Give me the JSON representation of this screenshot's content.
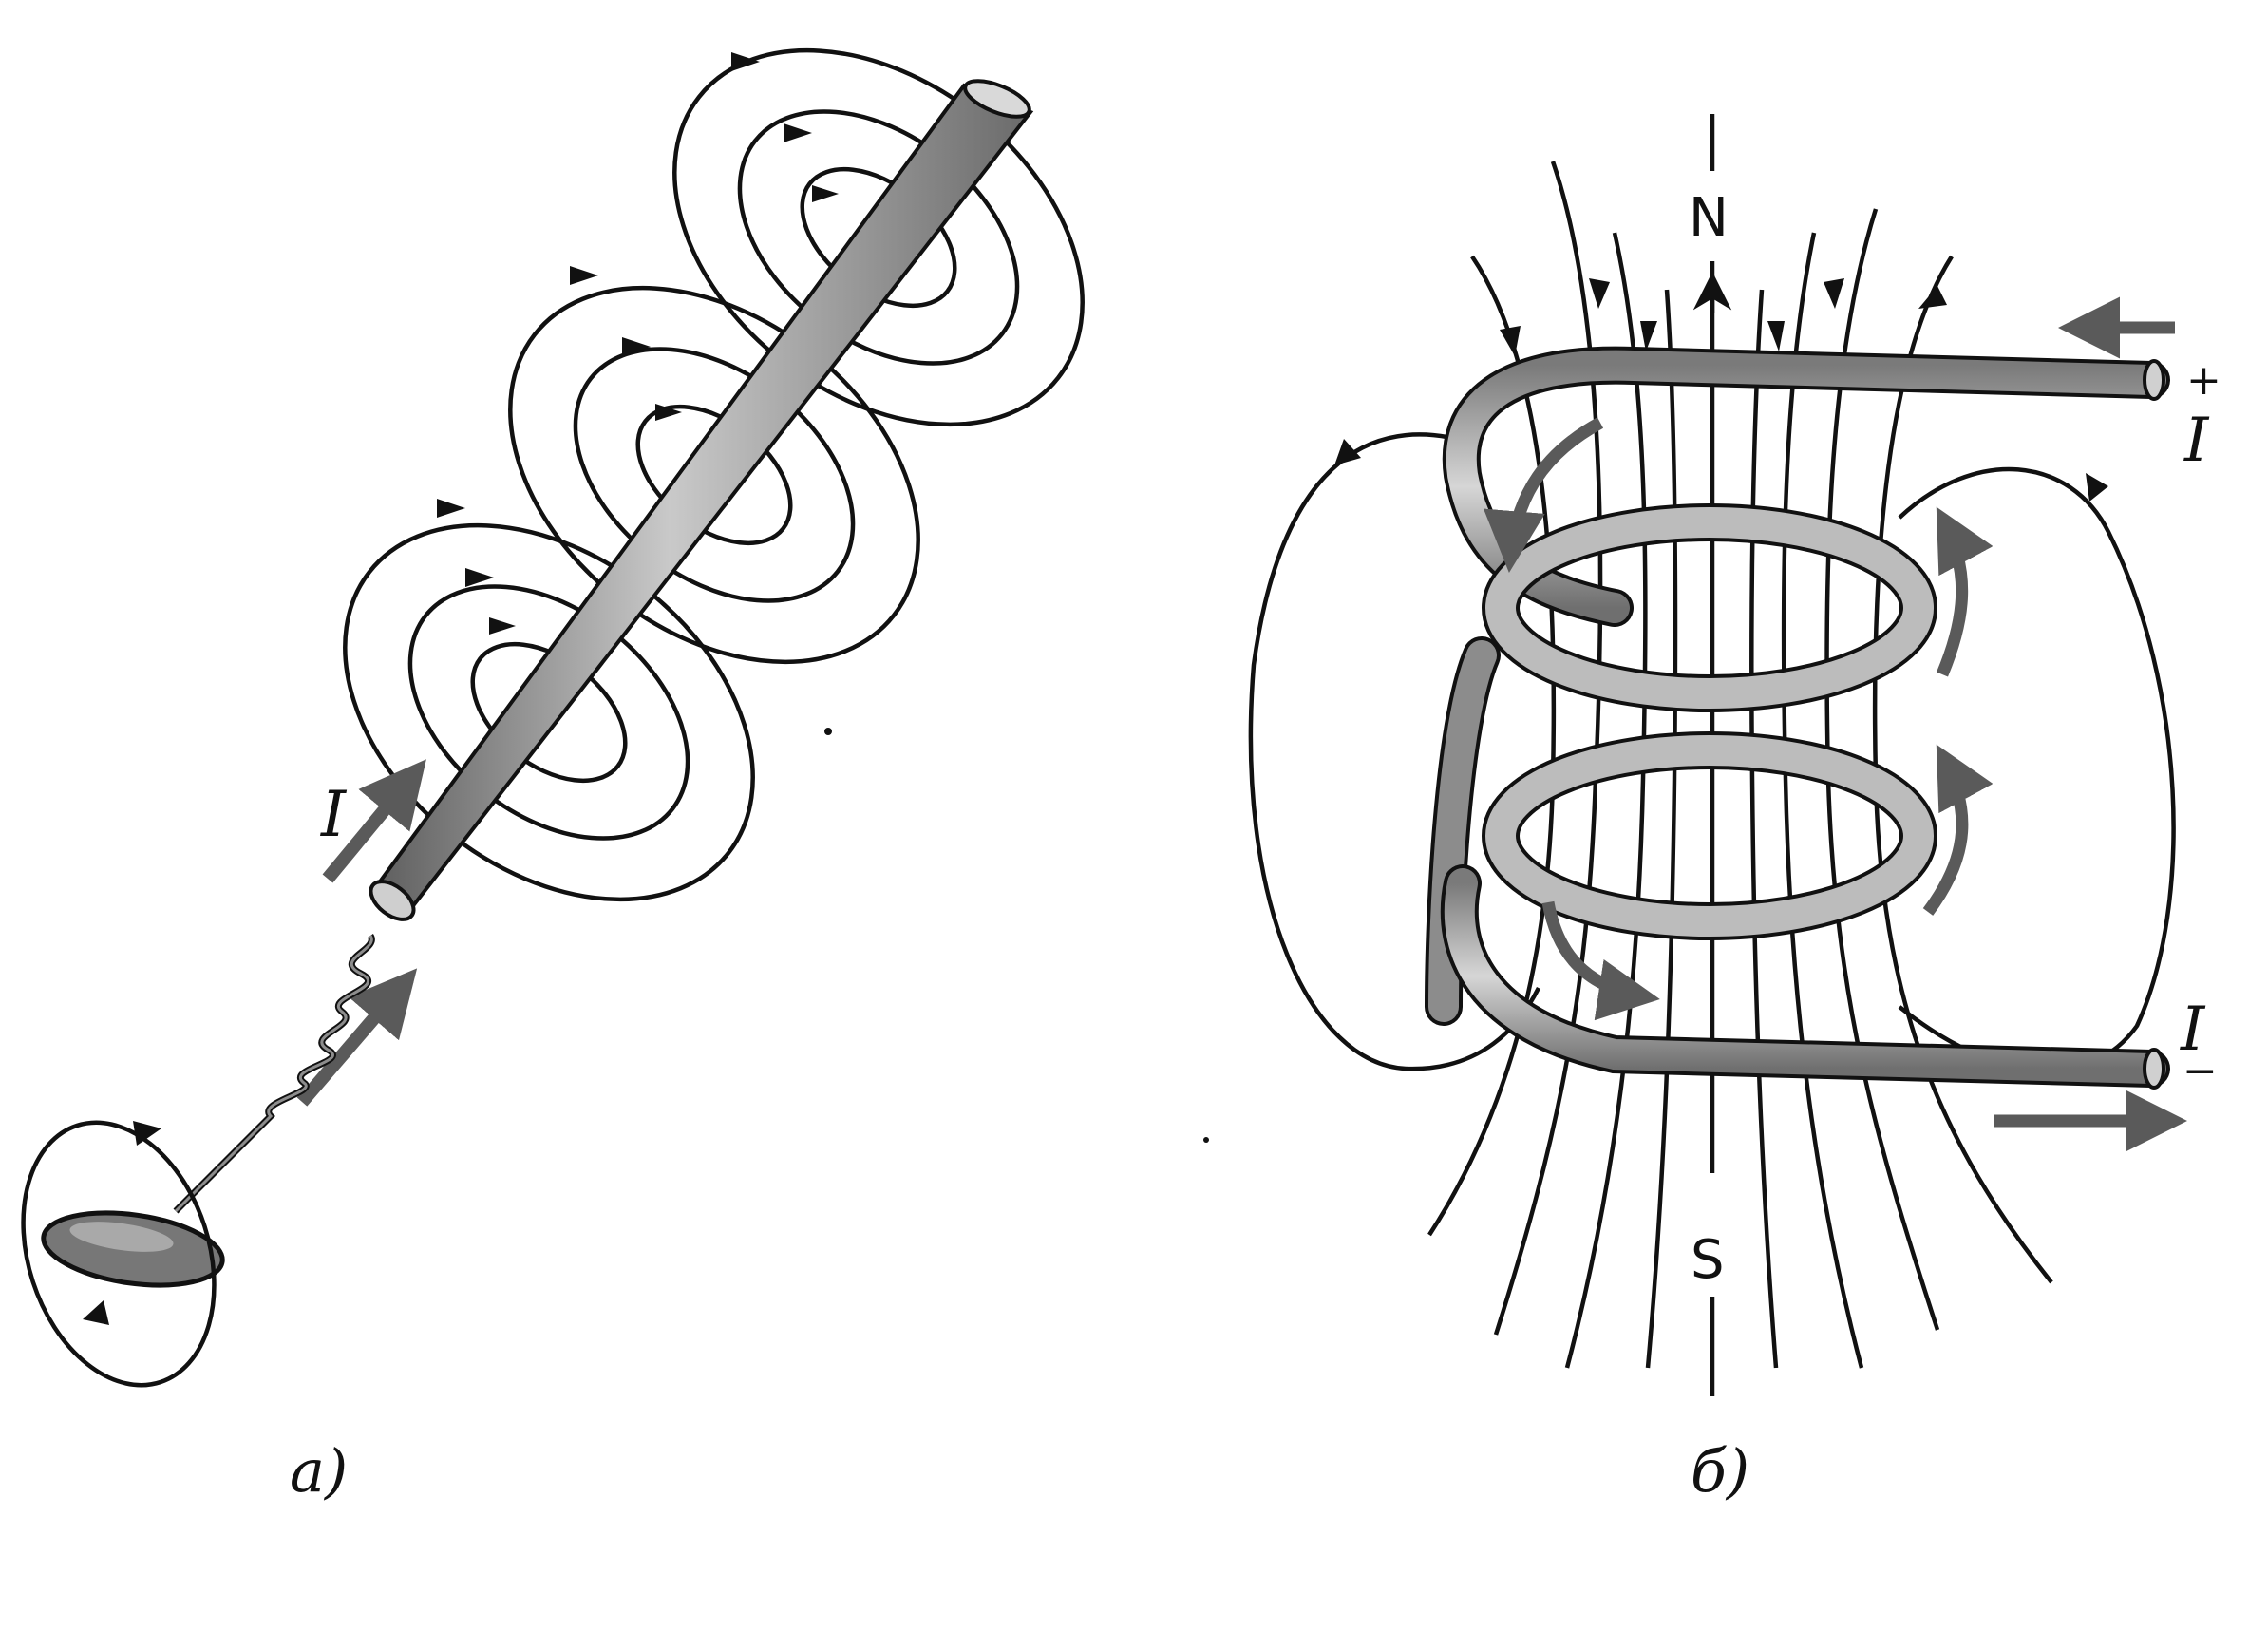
{
  "colors": {
    "ink": "#111111",
    "conductor_fill": "#9a9a9a",
    "conductor_light": "#d4d4d4",
    "current_arrow": "#5a5a5a",
    "background": "#ffffff"
  },
  "panel_a": {
    "caption": "а)",
    "current_label": "I",
    "icons": [
      "straight-conductor-icon",
      "gimlet-icon"
    ]
  },
  "panel_b": {
    "caption": "б)",
    "north_label": "N",
    "south_label": "S",
    "plus_sign": "+",
    "minus_sign": "−",
    "current_label_top": "I",
    "current_label_bottom": "I",
    "icons": [
      "solenoid-coil-icon"
    ]
  }
}
